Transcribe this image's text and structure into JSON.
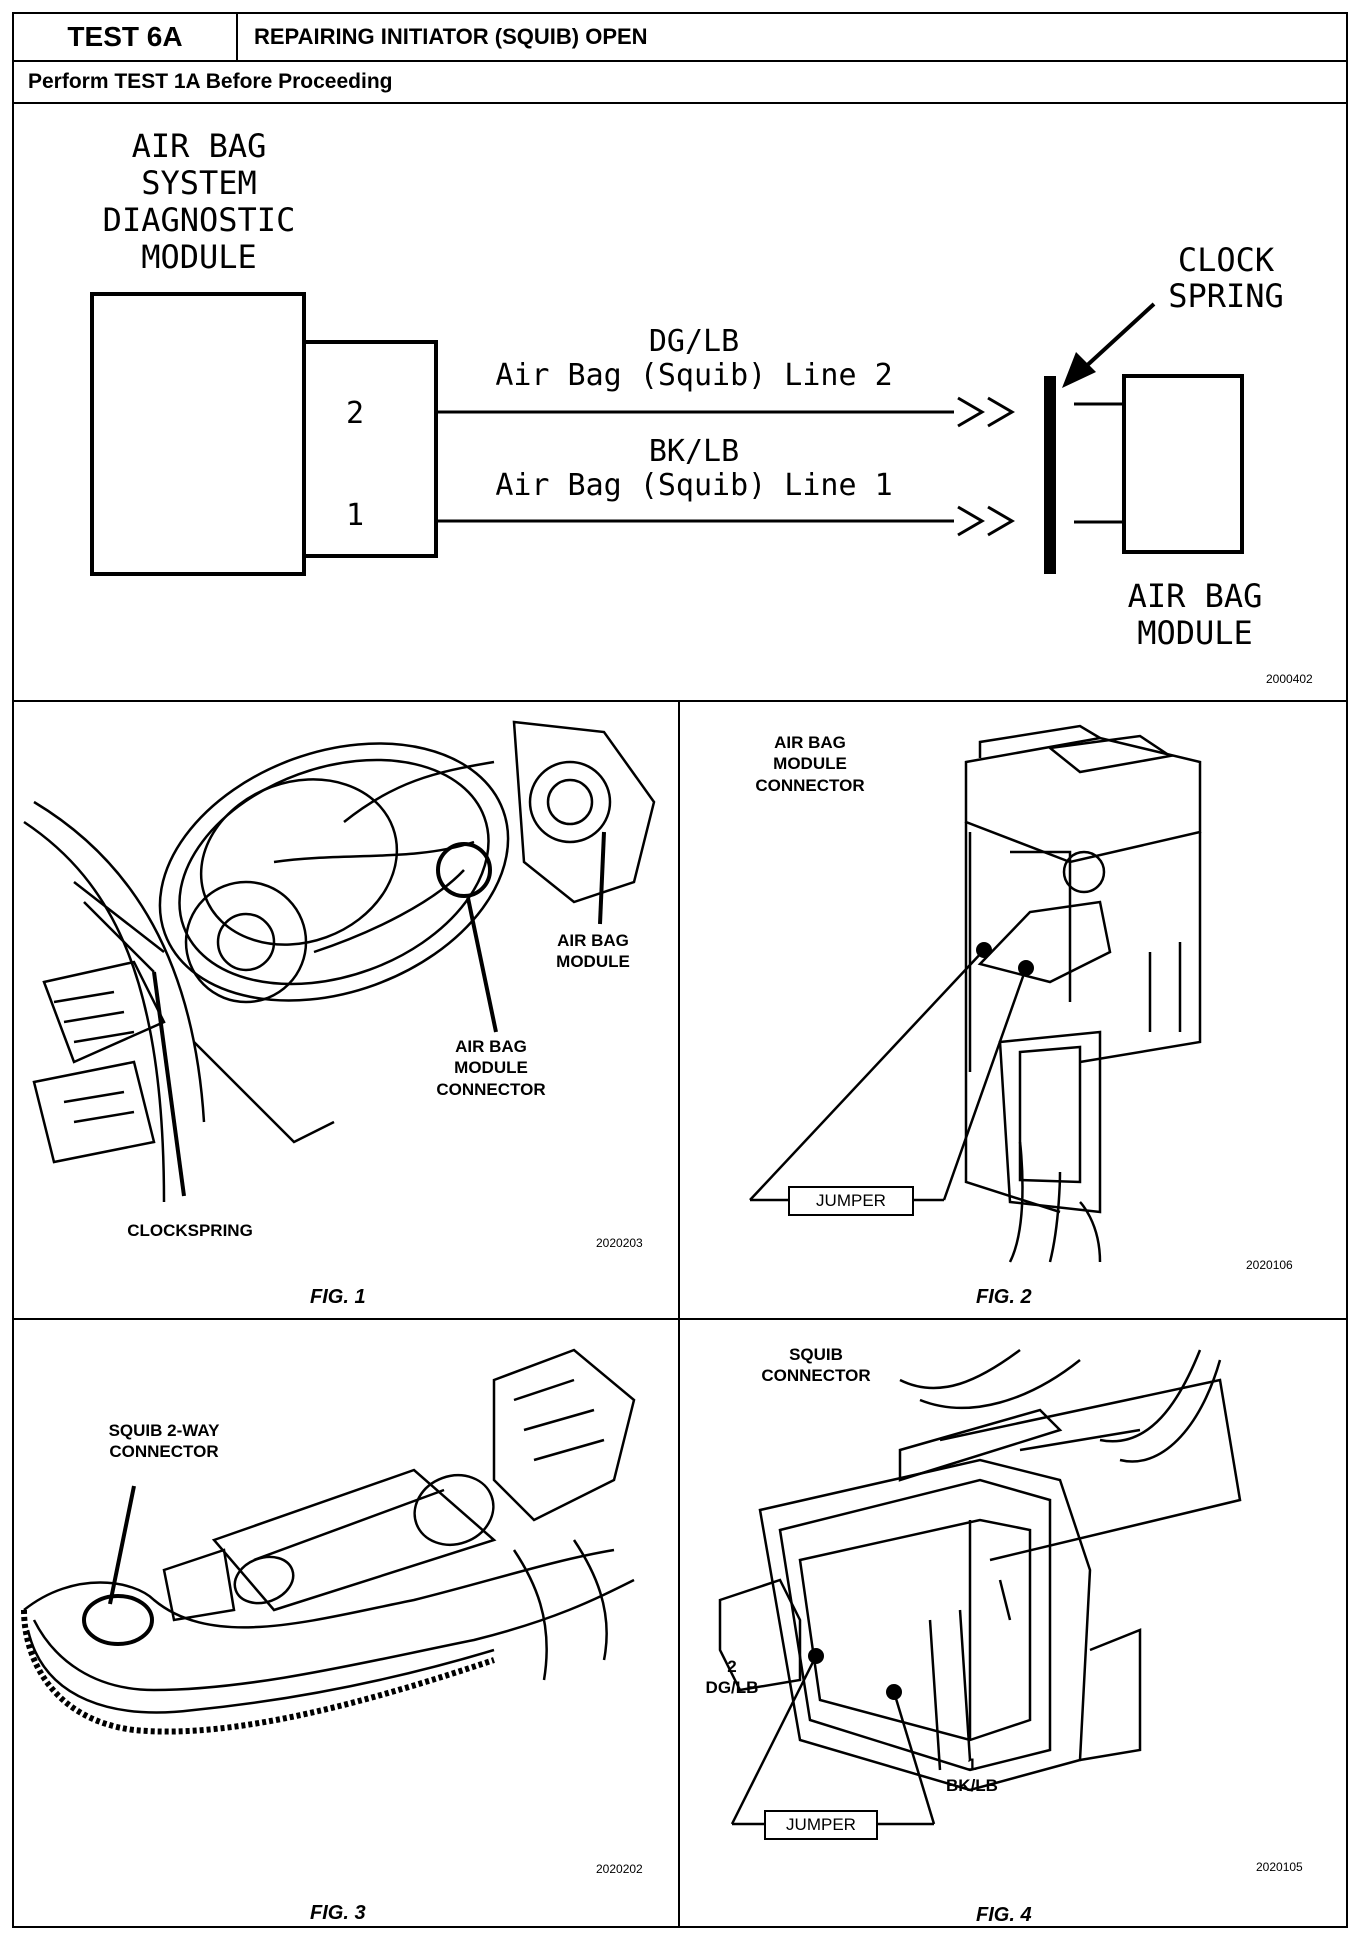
{
  "header": {
    "test_id": "TEST 6A",
    "title": "REPAIRING INITIATOR (SQUIB) OPEN",
    "subtitle": "Perform TEST 1A Before Proceeding"
  },
  "schematic": {
    "module_title": [
      "AIR BAG",
      "SYSTEM",
      "DIAGNOSTIC",
      "MODULE"
    ],
    "pin2": "2",
    "pin1": "1",
    "wire2_color": "DG/LB",
    "wire2_label": "Air Bag (Squib) Line 2",
    "wire1_color": "BK/LB",
    "wire1_label": "Air Bag (Squib) Line 1",
    "chevrons": ">>",
    "clock_spring": [
      "CLOCK",
      "SPRING"
    ],
    "airbag_module": [
      "AIR BAG",
      "MODULE"
    ],
    "code": "2000402"
  },
  "fig1": {
    "caption": "FIG. 1",
    "code": "2020203",
    "label_airbag_module": [
      "AIR BAG",
      "MODULE"
    ],
    "label_connector": [
      "AIR BAG",
      "MODULE",
      "CONNECTOR"
    ],
    "label_clockspring": "CLOCKSPRING"
  },
  "fig2": {
    "caption": "FIG. 2",
    "code": "2020106",
    "label_connector": [
      "AIR BAG",
      "MODULE",
      "CONNECTOR"
    ],
    "label_jumper": "JUMPER"
  },
  "fig3": {
    "caption": "FIG. 3",
    "code": "2020202",
    "label_connector": [
      "SQUIB 2-WAY",
      "CONNECTOR"
    ]
  },
  "fig4": {
    "caption": "FIG. 4",
    "code": "2020105",
    "label_connector": [
      "SQUIB",
      "CONNECTOR"
    ],
    "pin2": [
      "2",
      "DG/LB"
    ],
    "pin1": [
      "1",
      "BK/LB"
    ],
    "label_jumper": "JUMPER"
  }
}
